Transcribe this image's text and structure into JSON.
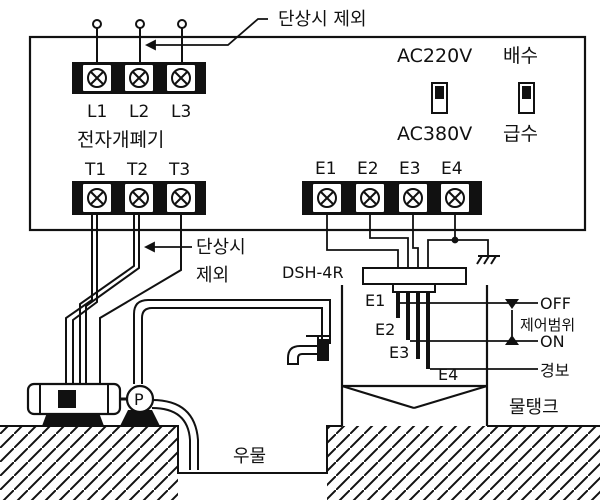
{
  "labels": {
    "phase_loss_top": "단상시 제외",
    "phase_loss_mid_1": "단상시",
    "phase_loss_mid_2": "제외",
    "input_terminals": [
      "L1",
      "L2",
      "L3"
    ],
    "output_terminals": [
      "T1",
      "T2",
      "T3"
    ],
    "contactor": "전자개폐기",
    "electrode_terminals": [
      "E1",
      "E2",
      "E3",
      "E4"
    ],
    "voltage_top": "AC220V",
    "voltage_bottom": "AC380V",
    "mode_top": "배수",
    "mode_bottom": "급수",
    "model": "DSH-4R",
    "probes": [
      "E1",
      "E2",
      "E3",
      "E4"
    ],
    "off": "OFF",
    "control_range": "제어범위",
    "on": "ON",
    "alarm": "경보",
    "well": "우물",
    "water_tank": "물탱크",
    "pump": "P"
  },
  "colors": {
    "stroke": "#111111",
    "fill_dark": "#111111",
    "background": "#ffffff"
  }
}
